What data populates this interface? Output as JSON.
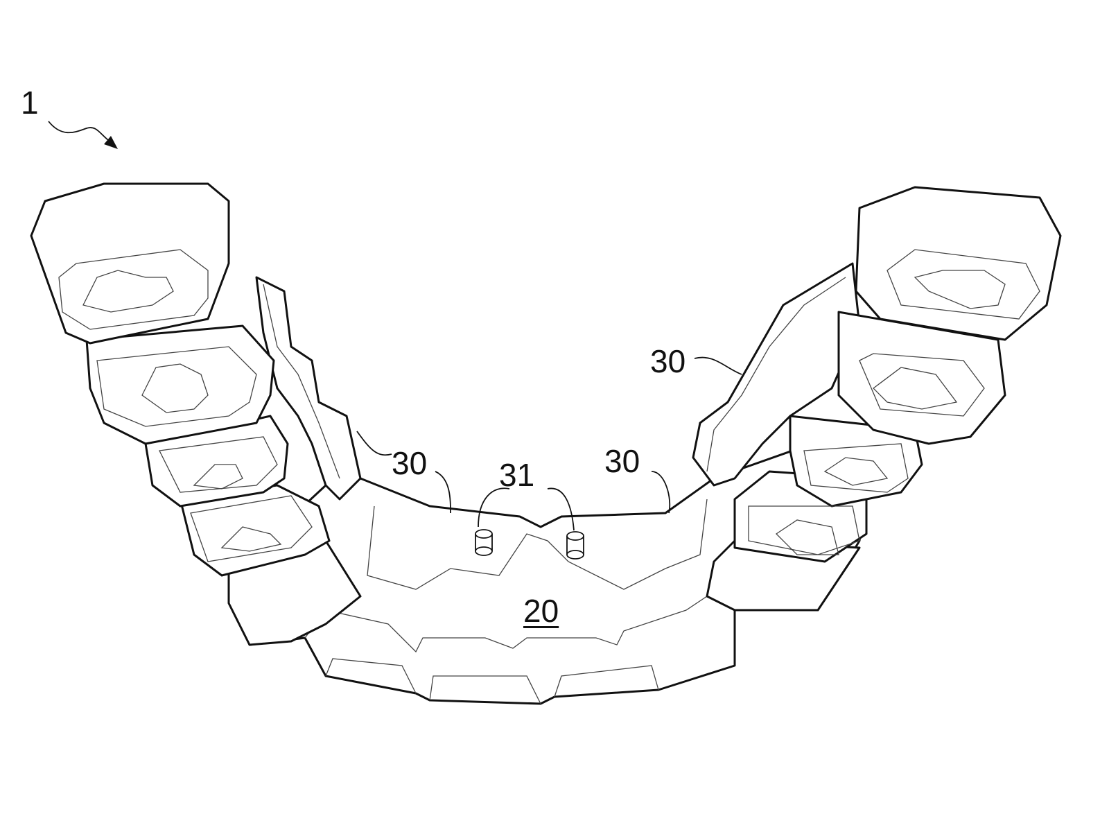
{
  "figure": {
    "labels": {
      "device": "1",
      "base": "20",
      "ridge_left_upper": "30",
      "ridge_left_lower": "30",
      "ridge_right_lower": "30",
      "pins": "31"
    },
    "colors": {
      "line": "#111111",
      "background": "#ffffff"
    }
  }
}
